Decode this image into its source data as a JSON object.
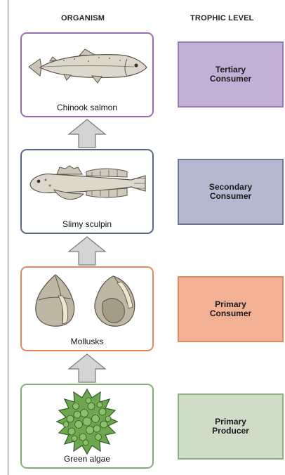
{
  "headers": {
    "organism": "ORGANISM",
    "trophic_level": "TROPHIC LEVEL"
  },
  "organisms": [
    {
      "name": "Chinook salmon",
      "icon": "salmon-icon"
    },
    {
      "name": "Slimy sculpin",
      "icon": "sculpin-icon"
    },
    {
      "name": "Mollusks",
      "icon": "snail-shells-icon"
    },
    {
      "name": "Green algae",
      "icon": "algae-icon"
    }
  ],
  "levels": [
    {
      "line1": "Tertiary",
      "line2": "Consumer",
      "fill": "#c3b0d6",
      "border": "#9b7ab8"
    },
    {
      "line1": "Secondary",
      "line2": "Consumer",
      "fill": "#b4b9d0",
      "border": "#6f7795"
    },
    {
      "line1": "Primary",
      "line2": "Consumer",
      "fill": "#f2b195",
      "border": "#e0885f"
    },
    {
      "line1": "Primary",
      "line2": "Producer",
      "fill": "#cfdcc8",
      "border": "#8fae84"
    }
  ],
  "card_borders": [
    "#9b6bb5",
    "#5b6686",
    "#e8865c",
    "#82ad76"
  ],
  "arrow_color": "#d4d4d4"
}
